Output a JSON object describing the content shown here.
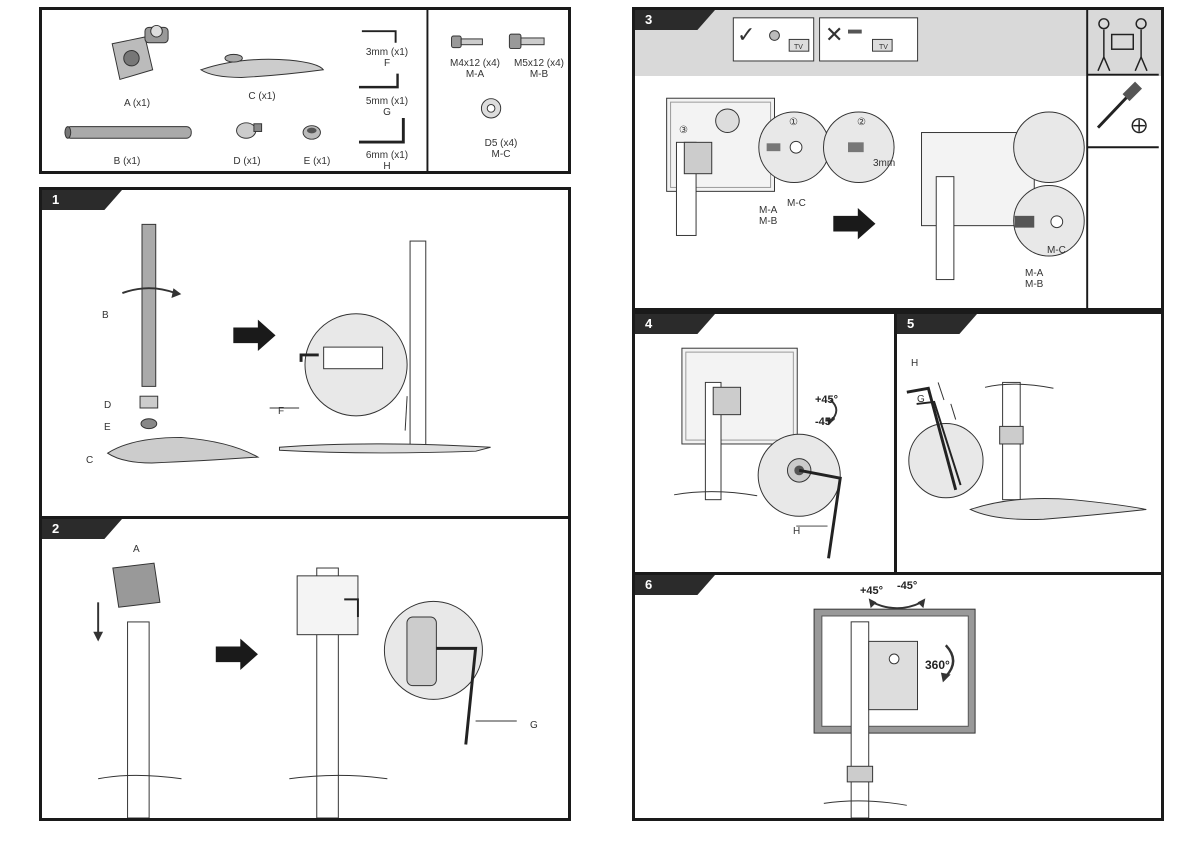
{
  "parts": {
    "a": "A (x1)",
    "b": "B (x1)",
    "c": "C (x1)",
    "d": "D (x1)",
    "e": "E (x1)",
    "f_size": "3mm  (x1)",
    "f": "F",
    "g_size": "5mm  (x1)",
    "g": "G",
    "h_size": "6mm  (x1)",
    "h": "H",
    "ma_size": "M4x12 (x4)",
    "ma": "M-A",
    "mb_size": "M5x12 (x4)",
    "mb": "M-B",
    "mc_size": "D5 (x4)",
    "mc": "M-C"
  },
  "steps": {
    "s1": {
      "num": "1",
      "b": "B",
      "d": "D",
      "e": "E",
      "c": "C",
      "f": "F"
    },
    "s2": {
      "num": "2",
      "a": "A",
      "g": "G"
    },
    "s3": {
      "num": "3",
      "c1": "①",
      "c2": "②",
      "c3": "③",
      "ma": "M-A",
      "mb": "M-B",
      "mc": "M-C",
      "ma2": "M-A",
      "mb2": "M-B",
      "mc2": "M-C",
      "depth": "3mm",
      "check": "✓",
      "cross": "✕",
      "tv": "TV"
    },
    "s4": {
      "num": "4",
      "plus": "+45°",
      "minus": "-45°",
      "h": "H"
    },
    "s5": {
      "num": "5",
      "h": "H",
      "g": "G"
    },
    "s6": {
      "num": "6",
      "plus": "+45°",
      "minus": "-45°",
      "rot": "360°"
    }
  }
}
